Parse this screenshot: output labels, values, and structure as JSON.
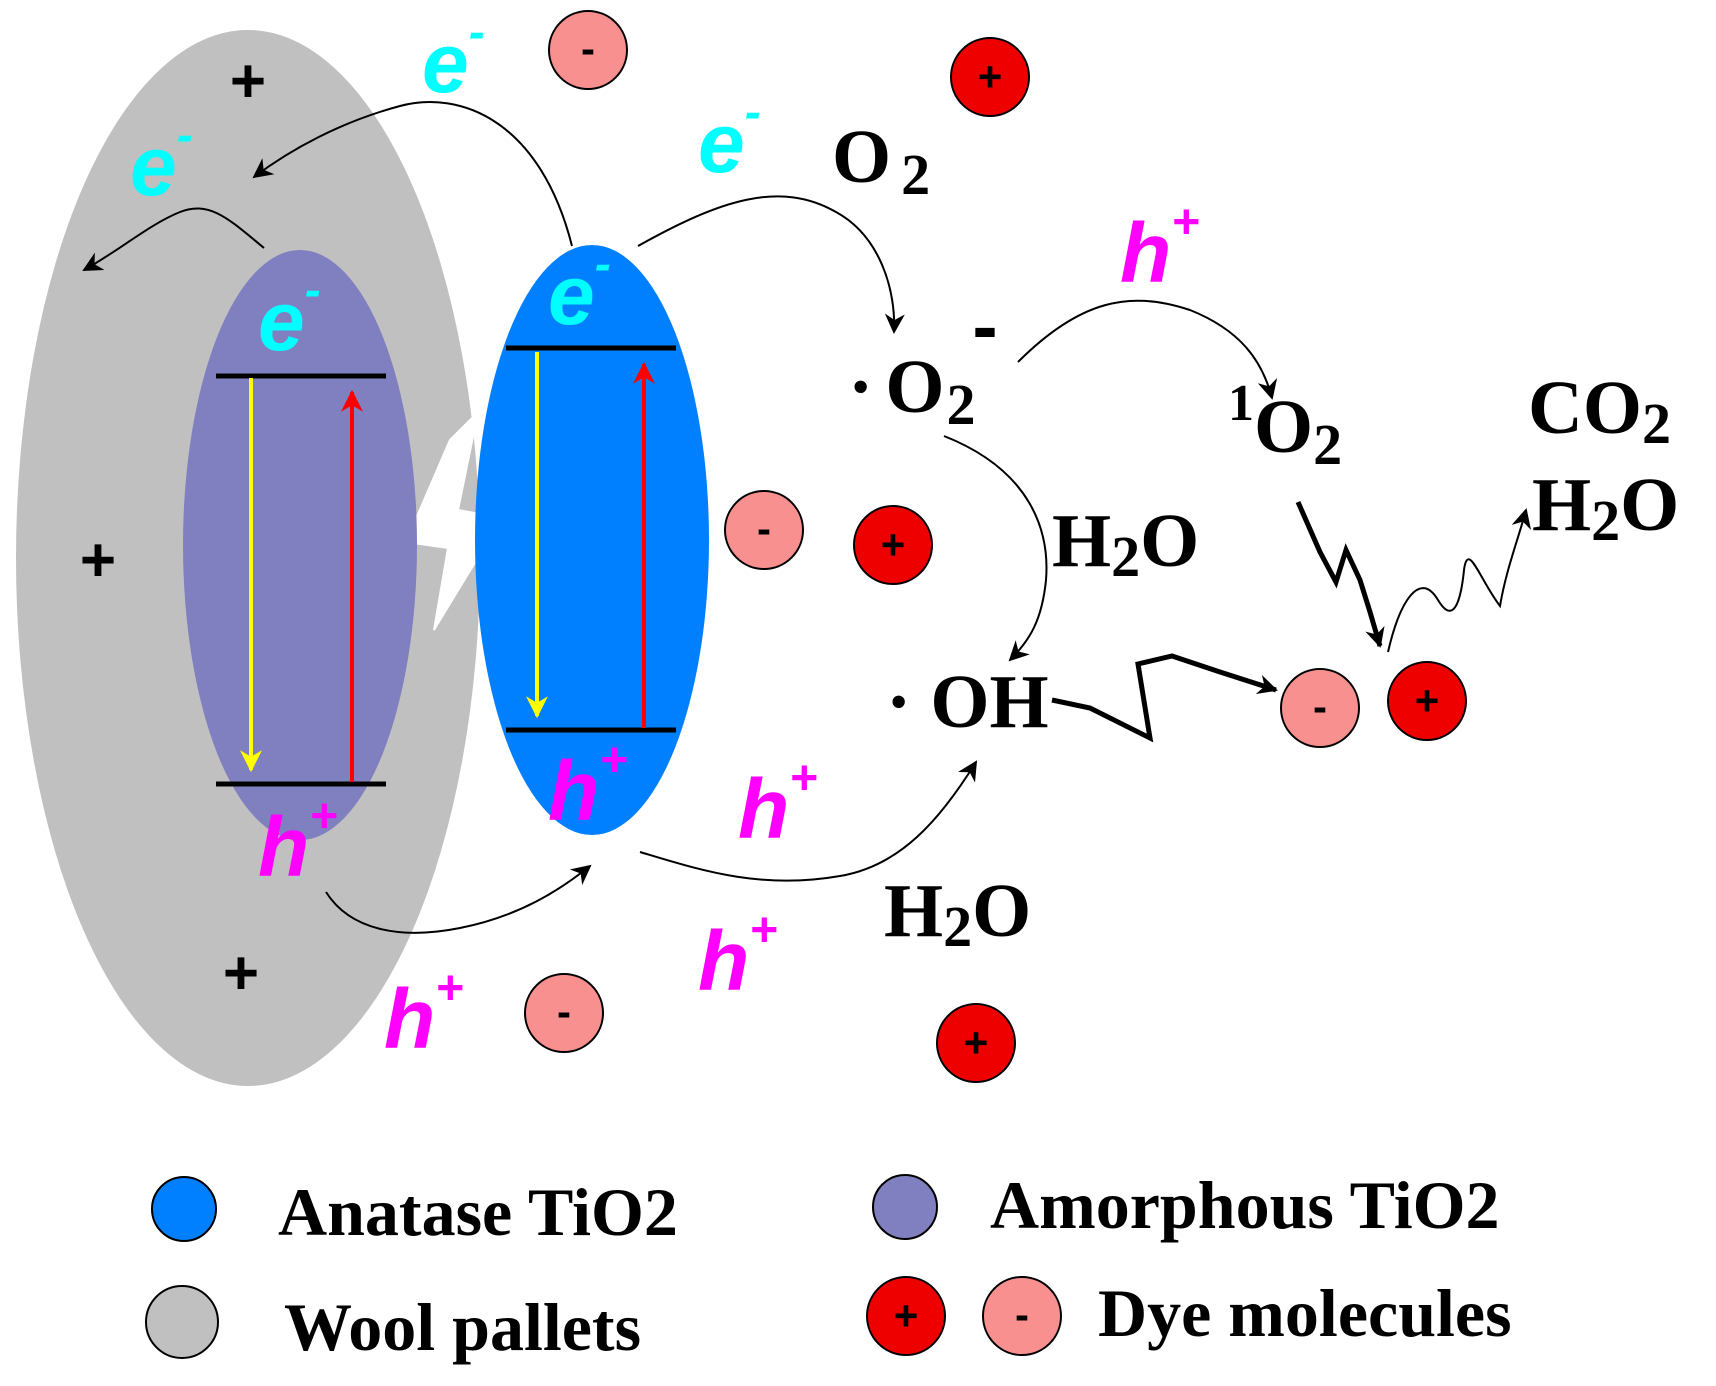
{
  "colors": {
    "anatase": "#0080ff",
    "amorphous": "#8080c0",
    "wool": "#c0c0c0",
    "dye_positive": "#ee0000",
    "dye_negative": "#f89090",
    "electron": "#00ffff",
    "hole": "#ff00ff",
    "down_arrow": "#ffff00",
    "up_arrow": "#ff0000"
  },
  "icons": {
    "light": "lightning-bolt",
    "transfer": "curved-arrow",
    "reaction": "wavy-arrow"
  },
  "carriers": {
    "electron_letter": "e",
    "electron_charge": "-",
    "hole_letter": "h",
    "hole_charge": "+"
  },
  "signs": {
    "positive": "+",
    "negative": "-"
  },
  "species": {
    "o2_main": "O",
    "o2_sub": "2",
    "superoxide_dot": "·",
    "superoxide_main": "O",
    "superoxide_sub": "2",
    "superoxide_charge": "-",
    "singlet_sup": "1",
    "singlet_main": "O",
    "singlet_sub": "2",
    "water_h": "H",
    "water_sub": "2",
    "water_o": "O",
    "hydroxyl": "· OH",
    "co2_main": "CO",
    "co2_sub": "2"
  },
  "legend": {
    "anatase": "Anatase TiO2",
    "amorphous": "Amorphous TiO2",
    "wool": "Wool pallets",
    "dye": "Dye molecules"
  }
}
